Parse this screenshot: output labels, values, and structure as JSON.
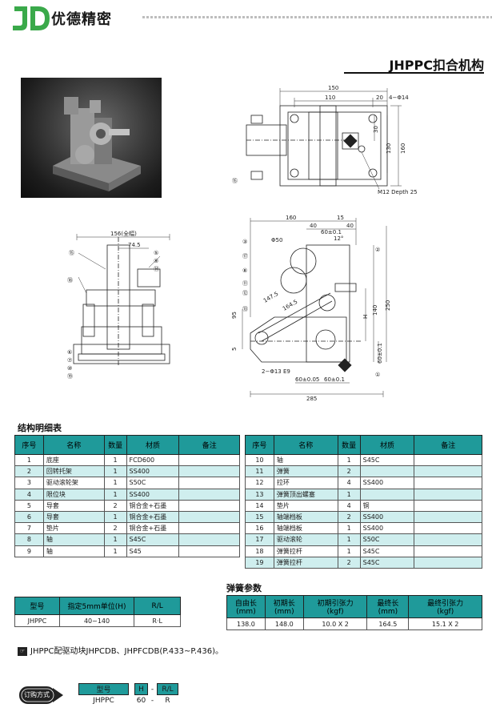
{
  "header": {
    "brand": "优德精密",
    "title": "JHPPC扣合机构"
  },
  "drawing_labels": {
    "top": {
      "d150": "150",
      "d110": "110",
      "d20": "20",
      "hole": "4−Φ14",
      "d30": "30",
      "d130": "130",
      "d160": "160",
      "m12": "M12 Depth 25",
      "b15": "⑮"
    },
    "side": {
      "d156": "156(全幅)",
      "d745": "74.5",
      "b15": "⑮",
      "b5": "⑤",
      "b9": "⑨",
      "b14": "⑭",
      "b18": "⑱",
      "b6": "⑥",
      "b7": "⑦",
      "b10": "⑩",
      "b19": "⑲"
    },
    "front": {
      "d160": "160",
      "d15": "15",
      "d40a": "40",
      "d60": "60±0.1",
      "d40b": "40",
      "phi50": "Φ50",
      "ang": "12°",
      "b3": "③",
      "b17": "⑰",
      "b8": "⑧",
      "b11": "⑪",
      "b12": "⑫",
      "b13": "⑬",
      "b2": "②",
      "b1": "①",
      "d1475": "147.5",
      "d1645": "164.5",
      "d95": "95",
      "d5": "5",
      "h": "H",
      "d140": "140",
      "d250": "250",
      "d60v": "60±0.1",
      "hole2": "2−Φ13 E9",
      "d6005": "60±0.05",
      "d6001": "60±0.1",
      "d285": "285"
    }
  },
  "bom": {
    "title": "结构明细表",
    "headers": [
      "序号",
      "名称",
      "数量",
      "材质",
      "备注"
    ],
    "left": [
      {
        "no": "1",
        "name": "底座",
        "qty": "1",
        "mat": "FCD600",
        "note": ""
      },
      {
        "no": "2",
        "name": "回转托架",
        "qty": "1",
        "mat": "SS400",
        "note": ""
      },
      {
        "no": "3",
        "name": "驱动滚轮架",
        "qty": "1",
        "mat": "S50C",
        "note": ""
      },
      {
        "no": "4",
        "name": "限位块",
        "qty": "1",
        "mat": "SS400",
        "note": ""
      },
      {
        "no": "5",
        "name": "导套",
        "qty": "2",
        "mat": "铜合金+石墨",
        "note": ""
      },
      {
        "no": "6",
        "name": "导套",
        "qty": "1",
        "mat": "铜合金+石墨",
        "note": ""
      },
      {
        "no": "7",
        "name": "垫片",
        "qty": "2",
        "mat": "铜合金+石墨",
        "note": ""
      },
      {
        "no": "8",
        "name": "轴",
        "qty": "1",
        "mat": "S45C",
        "note": ""
      },
      {
        "no": "9",
        "name": "轴",
        "qty": "1",
        "mat": "S45",
        "note": ""
      }
    ],
    "right": [
      {
        "no": "10",
        "name": "轴",
        "qty": "1",
        "mat": "S45C",
        "note": ""
      },
      {
        "no": "11",
        "name": "弹簧",
        "qty": "2",
        "mat": "",
        "note": ""
      },
      {
        "no": "12",
        "name": "拉环",
        "qty": "4",
        "mat": "SS400",
        "note": ""
      },
      {
        "no": "13",
        "name": "弹簧顶出螺塞",
        "qty": "1",
        "mat": "",
        "note": ""
      },
      {
        "no": "14",
        "name": "垫片",
        "qty": "4",
        "mat": "铜",
        "note": ""
      },
      {
        "no": "15",
        "name": "轴端档板",
        "qty": "2",
        "mat": "SS400",
        "note": ""
      },
      {
        "no": "16",
        "name": "轴端档板",
        "qty": "1",
        "mat": "SS400",
        "note": ""
      },
      {
        "no": "17",
        "name": "驱动滚轮",
        "qty": "1",
        "mat": "S50C",
        "note": ""
      },
      {
        "no": "18",
        "name": "弹簧拉杆",
        "qty": "1",
        "mat": "S45C",
        "note": ""
      },
      {
        "no": "19",
        "name": "弹簧拉杆",
        "qty": "2",
        "mat": "S45C",
        "note": ""
      }
    ]
  },
  "model_table": {
    "headers": [
      "型号",
      "指定5mm单位(H)",
      "R/L"
    ],
    "row": [
      "JHPPC",
      "40~140",
      "R·L"
    ]
  },
  "spring": {
    "title": "弹簧参数",
    "headers": [
      {
        "a": "自由长",
        "b": "(mm)"
      },
      {
        "a": "初期长",
        "b": "(mm)"
      },
      {
        "a": "初期引张力",
        "b": "(kgf)"
      },
      {
        "a": "最终长",
        "b": "(mm)"
      },
      {
        "a": "最终引张力",
        "b": "(kgf)"
      }
    ],
    "row": [
      "138.0",
      "148.0",
      "10.0 X 2",
      "164.5",
      "15.1 X 2"
    ]
  },
  "note": {
    "icon": "☞",
    "text": "JHPPC配驱动块JHPCDB、JHPFCDB(P.433~P.436)。"
  },
  "order": {
    "badge": "订购方式",
    "h_model": "型号",
    "h_h": "H",
    "dash": "-",
    "h_rl": "R/L",
    "v_model": "JHPPC",
    "v_h": "60",
    "v_rl": "R"
  }
}
